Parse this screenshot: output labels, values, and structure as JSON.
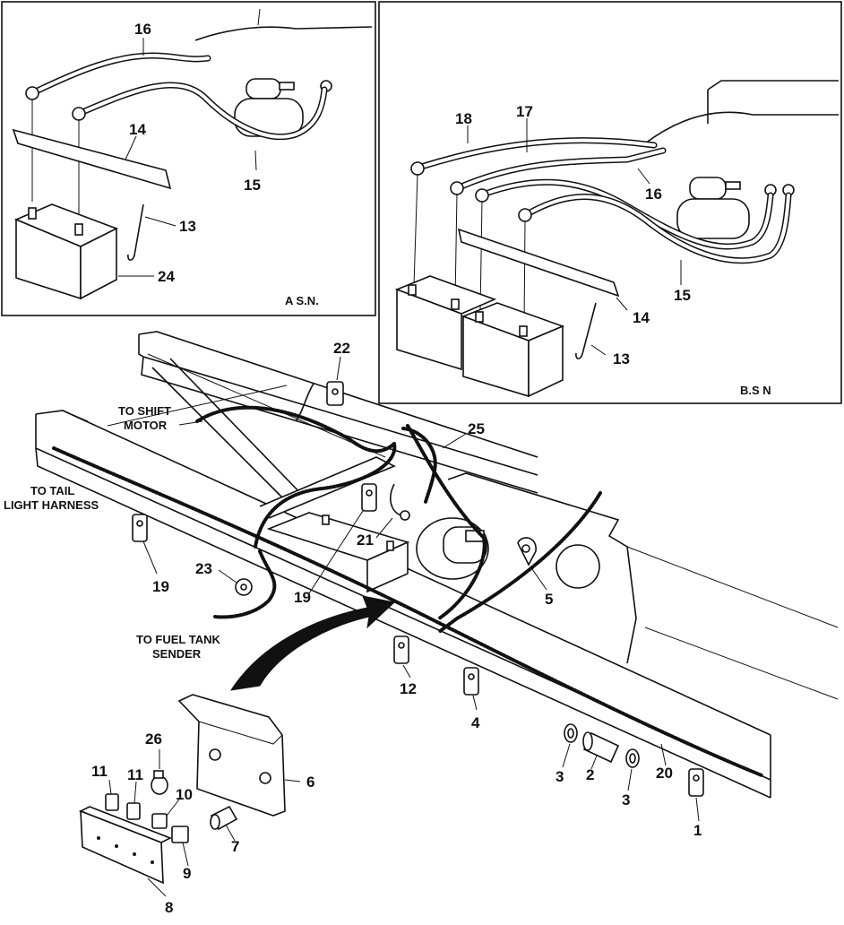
{
  "inset_a": {
    "note": "A S.N.",
    "callouts": [
      "16",
      "14",
      "15",
      "13",
      "24"
    ]
  },
  "inset_b": {
    "note": "B.S N",
    "callouts": [
      "18",
      "17",
      "16",
      "15",
      "14",
      "13"
    ]
  },
  "main": {
    "notes": {
      "shift_motor": [
        "TO SHIFT",
        "MOTOR"
      ],
      "tail_light": [
        "TO TAIL",
        "LIGHT HARNESS"
      ],
      "fuel_tank": [
        "TO  FUEL TANK",
        "SENDER"
      ]
    },
    "callouts": [
      "22",
      "25",
      "19",
      "21",
      "23",
      "19",
      "5",
      "12",
      "4",
      "6",
      "26",
      "11",
      "11",
      "10",
      "7",
      "9",
      "8",
      "3",
      "2",
      "3",
      "20",
      "1"
    ]
  }
}
